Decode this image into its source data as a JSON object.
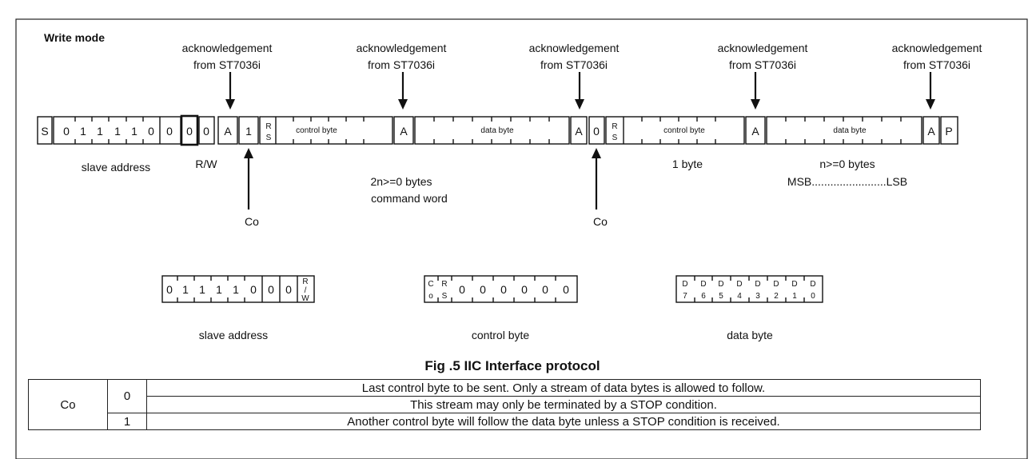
{
  "mode_label": "Write mode",
  "ack_line1": "acknowledgement",
  "ack_line2": "from ST7036i",
  "acks": [
    {
      "l1": "acknowledgement",
      "l2": "from ST7036i"
    },
    {
      "l1": "acknowledgement",
      "l2": "from ST7036i"
    },
    {
      "l1": "acknowledgement",
      "l2": "from ST7036i"
    },
    {
      "l1": "acknowledgement",
      "l2": "from ST7036i"
    },
    {
      "l1": "acknowledgement",
      "l2": "from ST7036i"
    }
  ],
  "bits": {
    "S": "S",
    "zero": "0",
    "one": "1",
    "A": "A",
    "P": "P",
    "R": "R",
    "S_small": "S",
    "slash": "/",
    "W": "W",
    "C": "C",
    "o": "o"
  },
  "control_byte": "control byte",
  "data_byte": "data byte",
  "slave_address": "slave address",
  "rw": "R/W",
  "co": "Co",
  "mid_count": "2n>=0 bytes",
  "mid_word": "command word",
  "one_byte": "1 byte",
  "n_bytes": "n>=0 bytes",
  "msb_lsb": "MSB........................LSB",
  "data_bits": [
    {
      "top": "D",
      "bot": "7"
    },
    {
      "top": "D",
      "bot": "6"
    },
    {
      "top": "D",
      "bot": "5"
    },
    {
      "top": "D",
      "bot": "4"
    },
    {
      "top": "D",
      "bot": "3"
    },
    {
      "top": "D",
      "bot": "2"
    },
    {
      "top": "D",
      "bot": "1"
    },
    {
      "top": "D",
      "bot": "0"
    }
  ],
  "caption": "Fig .5 IIC Interface protocol",
  "table": {
    "co": "Co",
    "rows": [
      {
        "value": "0",
        "line1": "Last control byte to be sent. Only a stream of data bytes is allowed to follow.",
        "line2": "This stream may only be terminated by a STOP condition."
      },
      {
        "value": "1",
        "line1": "Another control byte will follow the data byte unless a STOP condition is received.",
        "line2": ""
      }
    ]
  }
}
